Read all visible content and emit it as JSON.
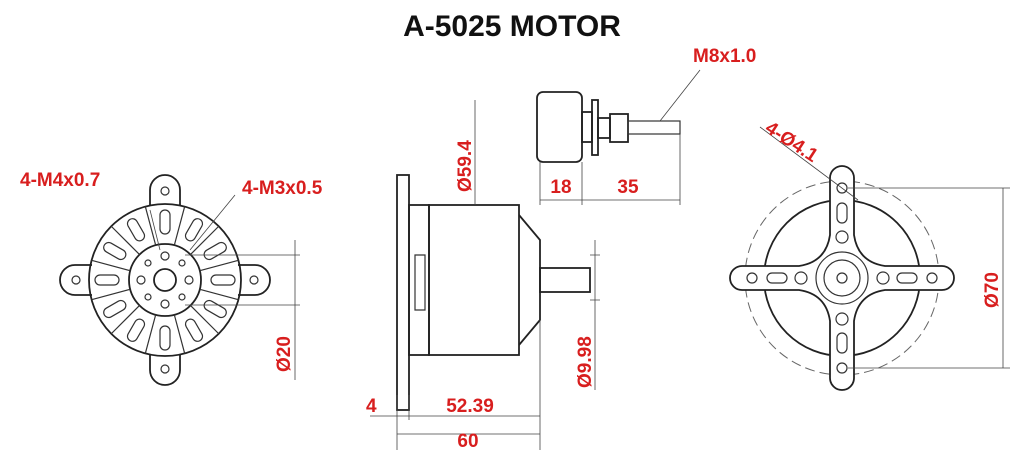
{
  "title": "A-5025 MOTOR",
  "colors": {
    "dimension_text": "#d81e1e",
    "lines": "#333333"
  },
  "front_view": {
    "thread_outer": "4-M4x0.7",
    "thread_inner": "4-M3x0.5",
    "bolt_circle": "Ø20"
  },
  "side_view": {
    "diameter": "Ø59.4",
    "shaft": "Ø9.98",
    "flange": "4",
    "body_length": "52.39",
    "total_length": "60"
  },
  "prop_adapter": {
    "thread": "M8x1.0",
    "adapter_length": "18",
    "bolt_length": "35"
  },
  "mount_view": {
    "holes": "4-Ø4.1",
    "hole_spacing": "Ø70"
  }
}
